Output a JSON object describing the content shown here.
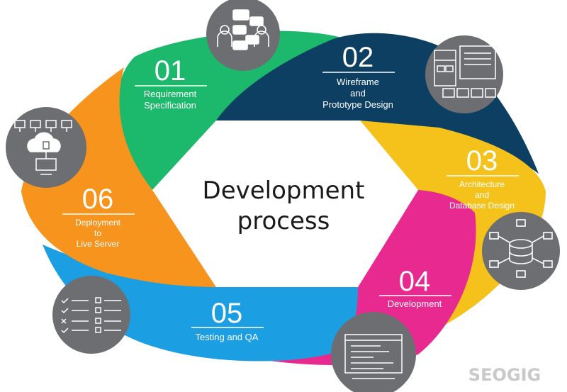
{
  "title": {
    "line1": "Development",
    "line2": "process"
  },
  "steps": [
    {
      "number": "01",
      "lines": [
        "Requirement",
        "Specification"
      ],
      "color": "#1cb86b",
      "icon": "discussion-icon"
    },
    {
      "number": "02",
      "lines": [
        "Wireframe",
        "and",
        "Prototype Design"
      ],
      "color": "#0d3f63",
      "icon": "wireframe-icon"
    },
    {
      "number": "03",
      "lines": [
        "Architecture",
        "and",
        "Database Design"
      ],
      "color": "#f4c21a",
      "icon": "database-icon"
    },
    {
      "number": "04",
      "lines": [
        "Development"
      ],
      "color": "#e8298f",
      "icon": "code-editor-icon"
    },
    {
      "number": "05",
      "lines": [
        "Testing and QA"
      ],
      "color": "#1b9ee2",
      "icon": "checklist-icon"
    },
    {
      "number": "06",
      "lines": [
        "Deployment",
        "to",
        "Live Server"
      ],
      "color": "#f7941d",
      "icon": "cloud-server-icon"
    }
  ],
  "watermark": "SEOGIG",
  "colors": {
    "icon_circle": "#6d6e71",
    "icon_stroke": "#ffffff",
    "background": "#ffffff"
  }
}
